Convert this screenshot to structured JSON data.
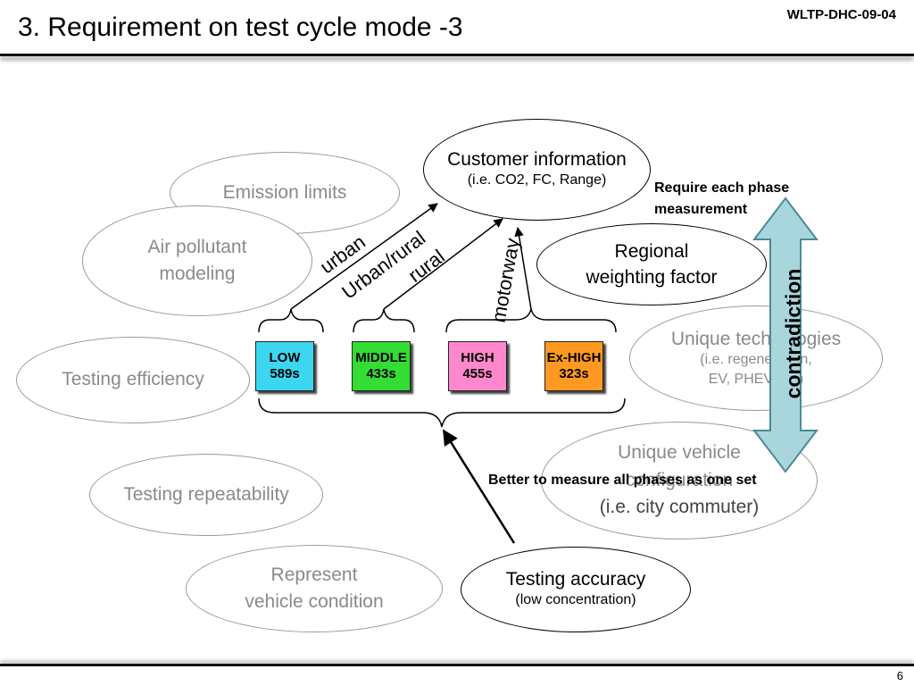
{
  "header": {
    "title": "3. Requirement on test cycle mode -3",
    "doc_id": "WLTP-DHC-09-04"
  },
  "footer": {
    "page_number": "6"
  },
  "ellipses": {
    "emission_limits": "Emission limits",
    "air_pollutant": [
      "Air pollutant",
      "modeling"
    ],
    "testing_efficiency": "Testing efficiency",
    "testing_repeatability": "Testing repeatability",
    "represent_vehicle": [
      "Represent",
      "vehicle condition"
    ],
    "customer_info": {
      "title": "Customer information",
      "sub": "(i.e. CO2, FC, Range)"
    },
    "regional": [
      "Regional",
      "weighting factor"
    ],
    "unique_tech": {
      "title": "Unique technologies",
      "sub": [
        "(i.e. regeneration,",
        "EV, PHEV, etc)"
      ]
    },
    "unique_vehicle": {
      "title": [
        "Unique vehicle",
        "configuration"
      ],
      "sub": "(i.e. city commuter)"
    },
    "testing_accuracy": {
      "title": "Testing accuracy",
      "sub": "(low concentration)"
    }
  },
  "phases": [
    {
      "name": "LOW",
      "duration": "589s",
      "color": "#3cd6f0"
    },
    {
      "name": "MIDDLE",
      "duration": "433s",
      "color": "#33dd33"
    },
    {
      "name": "HIGH",
      "duration": "455s",
      "color": "#ff88cc"
    },
    {
      "name": "Ex-HIGH",
      "duration": "323s",
      "color": "#ff9922"
    }
  ],
  "labels": {
    "urban": "urban",
    "urban_rural": "Urban/rural",
    "rural": "rural",
    "motorway": "motorway",
    "contradiction": "contradiction"
  },
  "notes": {
    "require_each": [
      "Require each phase",
      "measurement"
    ],
    "better_measure": "Better to measure all phases as one set"
  },
  "colors": {
    "contradiction_fill": "#a9d6dc",
    "contradiction_stroke": "#4a8a99"
  }
}
